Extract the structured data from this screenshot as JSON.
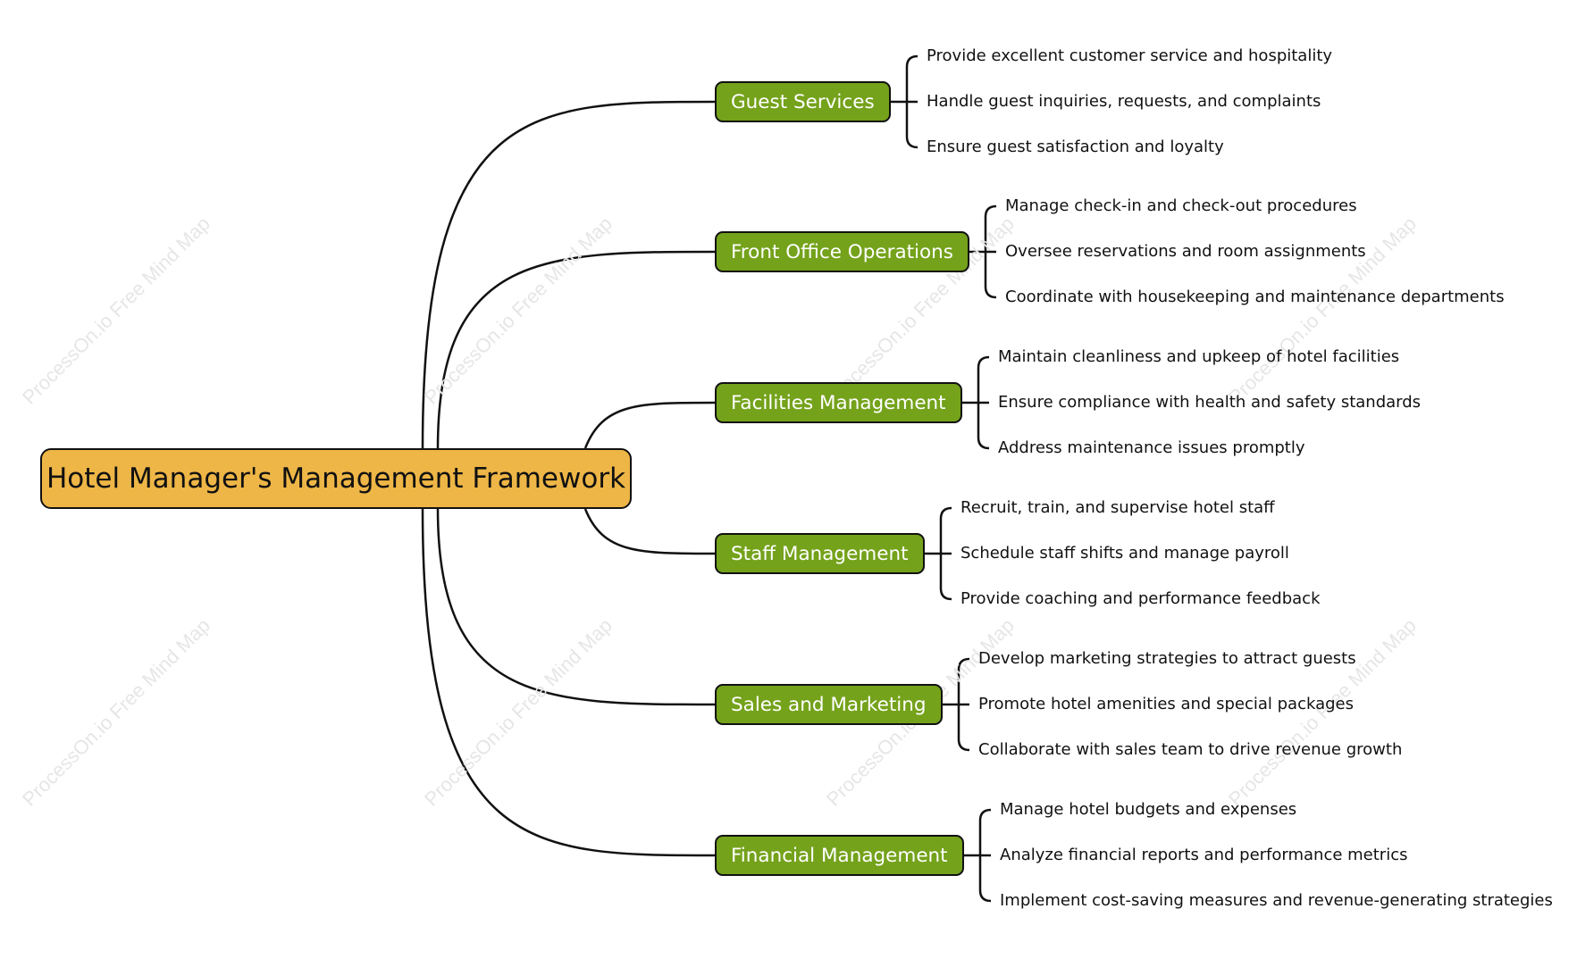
{
  "root": {
    "label": "Hotel Manager's Management Framework",
    "fill": "#eeb646"
  },
  "branch_fill": "#74a21b",
  "watermark": "ProcessOn.io Free Mind Map",
  "branches": [
    {
      "label": "Guest Services",
      "items": [
        "Provide excellent customer service and hospitality",
        "Handle guest inquiries, requests, and complaints",
        "Ensure guest satisfaction and loyalty"
      ]
    },
    {
      "label": "Front Office Operations",
      "items": [
        "Manage check-in and check-out procedures",
        "Oversee reservations and room assignments",
        "Coordinate with housekeeping and maintenance departments"
      ]
    },
    {
      "label": "Facilities Management",
      "items": [
        "Maintain cleanliness and upkeep of hotel facilities",
        "Ensure compliance with health and safety standards",
        "Address maintenance issues promptly"
      ]
    },
    {
      "label": "Staff Management",
      "items": [
        "Recruit, train, and supervise hotel staff",
        "Schedule staff shifts and manage payroll",
        "Provide coaching and performance feedback"
      ]
    },
    {
      "label": "Sales and Marketing",
      "items": [
        "Develop marketing strategies to attract guests",
        "Promote hotel amenities and special packages",
        "Collaborate with sales team to drive revenue growth"
      ]
    },
    {
      "label": "Financial Management",
      "items": [
        "Manage hotel budgets and expenses",
        "Analyze financial reports and performance metrics",
        "Implement cost-saving measures and revenue-generating strategies"
      ]
    }
  ]
}
